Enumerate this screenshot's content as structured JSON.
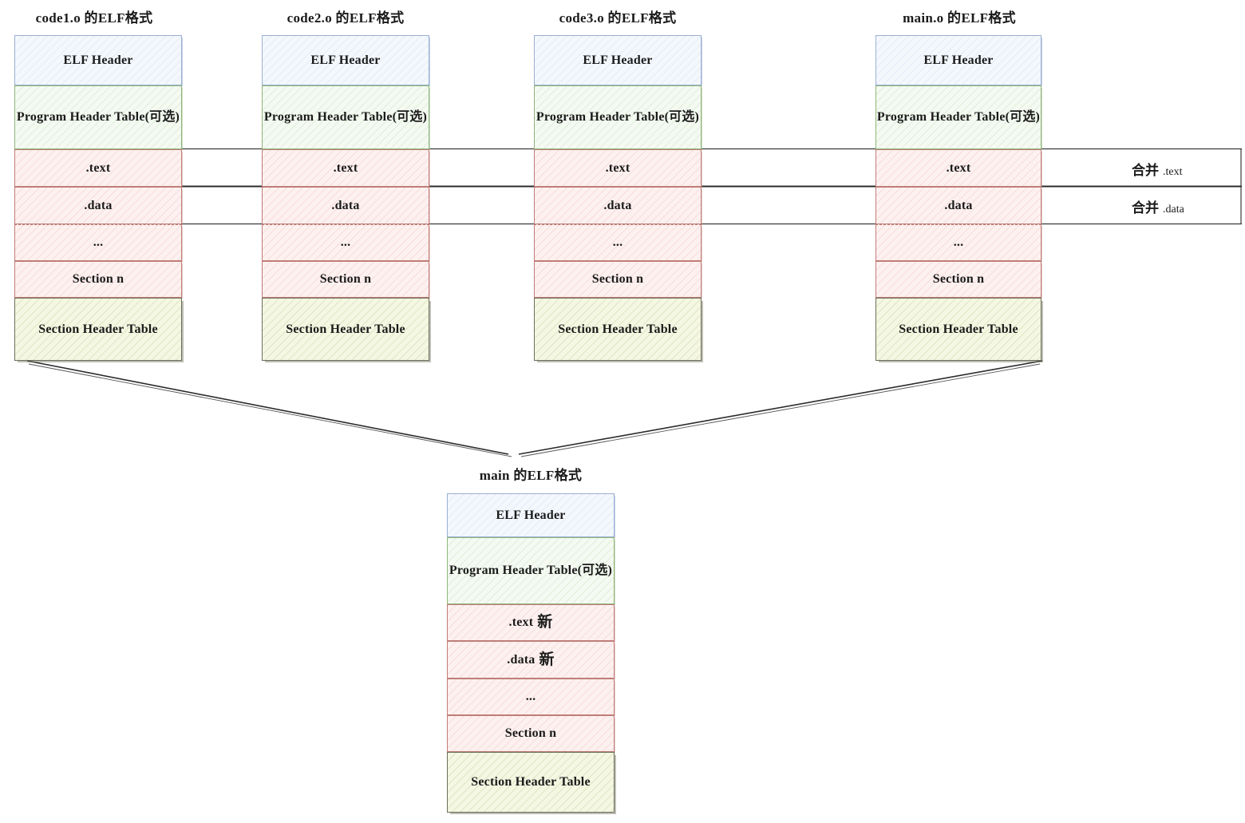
{
  "diagram": {
    "title_suffix": "的ELF格式",
    "object_columns": [
      {
        "name": "code1.o",
        "title": "code1.o 的ELF格式",
        "blocks": [
          {
            "label": "ELF Header",
            "kind": "elf"
          },
          {
            "label": "Program Header Table(可选)",
            "kind": "pht"
          },
          {
            "label": ".text",
            "kind": "sec"
          },
          {
            "label": ".data",
            "kind": "sec"
          },
          {
            "label": "...",
            "kind": "sec"
          },
          {
            "label": "Section n",
            "kind": "sec"
          },
          {
            "label": "Section Header Table",
            "kind": "sht"
          }
        ]
      },
      {
        "name": "code2.o",
        "title": "code2.o 的ELF格式",
        "blocks": [
          {
            "label": "ELF Header",
            "kind": "elf"
          },
          {
            "label": "Program Header Table(可选)",
            "kind": "pht"
          },
          {
            "label": ".text",
            "kind": "sec"
          },
          {
            "label": ".data",
            "kind": "sec"
          },
          {
            "label": "...",
            "kind": "sec"
          },
          {
            "label": "Section n",
            "kind": "sec"
          },
          {
            "label": "Section Header Table",
            "kind": "sht"
          }
        ]
      },
      {
        "name": "code3.o",
        "title": "code3.o 的ELF格式",
        "blocks": [
          {
            "label": "ELF Header",
            "kind": "elf"
          },
          {
            "label": "Program Header Table(可选)",
            "kind": "pht"
          },
          {
            "label": ".text",
            "kind": "sec"
          },
          {
            "label": ".data",
            "kind": "sec"
          },
          {
            "label": "...",
            "kind": "sec"
          },
          {
            "label": "Section n",
            "kind": "sec"
          },
          {
            "label": "Section Header Table",
            "kind": "sht"
          }
        ]
      },
      {
        "name": "main.o",
        "title": "main.o 的ELF格式",
        "blocks": [
          {
            "label": "ELF Header",
            "kind": "elf"
          },
          {
            "label": "Program Header Table(可选)",
            "kind": "pht"
          },
          {
            "label": ".text",
            "kind": "sec"
          },
          {
            "label": ".data",
            "kind": "sec"
          },
          {
            "label": "...",
            "kind": "sec"
          },
          {
            "label": "Section n",
            "kind": "sec"
          },
          {
            "label": "Section Header Table",
            "kind": "sht"
          }
        ]
      }
    ],
    "merge_labels": [
      {
        "cn": "合并",
        "en": ".text"
      },
      {
        "cn": "合并",
        "en": ".data"
      }
    ],
    "output": {
      "name": "main",
      "title": "main 的ELF格式",
      "blocks": [
        {
          "label": "ELF Header",
          "kind": "elf",
          "tag": ""
        },
        {
          "label": "Program Header Table(可选)",
          "kind": "pht",
          "tag": ""
        },
        {
          "label": ".text",
          "kind": "sec",
          "tag": "新"
        },
        {
          "label": ".data",
          "kind": "sec",
          "tag": "新"
        },
        {
          "label": "...",
          "kind": "sec",
          "tag": ""
        },
        {
          "label": "Section n",
          "kind": "sec",
          "tag": ""
        },
        {
          "label": "Section Header Table",
          "kind": "sht",
          "tag": ""
        }
      ]
    },
    "colors": {
      "elf_header": "#f4f8fd",
      "elf_header_border": "#9ab0d4",
      "program_header_table": "#f4faf1",
      "program_header_table_border": "#8fb579",
      "section": "#fdf1f0",
      "section_border": "#c07d78",
      "section_header_table": "#f4f7e2",
      "section_header_table_border": "#6e6e5a",
      "connector": "#2b2b2b"
    }
  }
}
